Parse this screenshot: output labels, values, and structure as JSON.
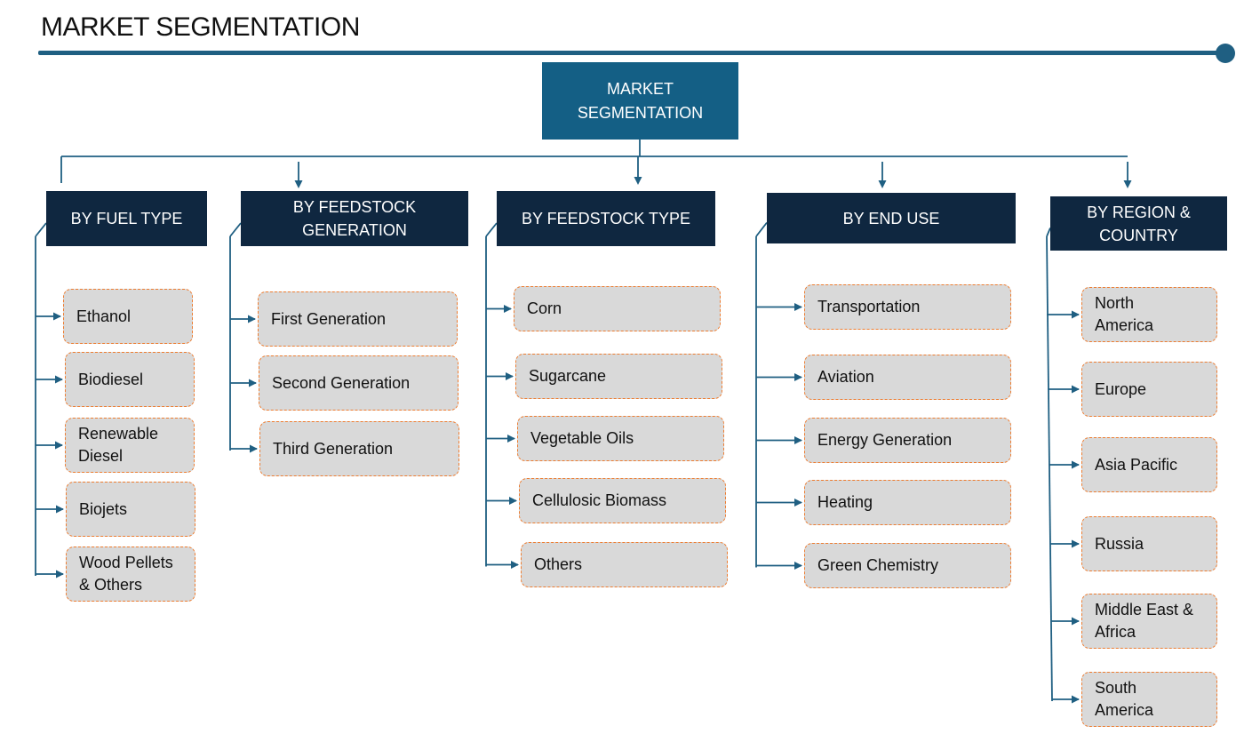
{
  "title": "MARKET SEGMENTATION",
  "root": "MARKET\nSEGMENTATION",
  "colors": {
    "accent": "#1f5f82",
    "root_fill": "#145f85",
    "category_fill": "#0f2740",
    "item_fill": "#d9d9d9",
    "item_border": "#ee7d31"
  },
  "categories": [
    {
      "label": "BY FUEL TYPE",
      "items": [
        "Ethanol",
        "Biodiesel",
        "Renewable\nDiesel",
        "Biojets",
        "Wood Pellets\n& Others"
      ]
    },
    {
      "label": "BY FEEDSTOCK\nGENERATION",
      "items": [
        "First Generation",
        "Second Generation",
        "Third Generation"
      ]
    },
    {
      "label": "BY FEEDSTOCK TYPE",
      "items": [
        "Corn",
        "Sugarcane",
        "Vegetable Oils",
        "Cellulosic Biomass",
        "Others"
      ]
    },
    {
      "label": "BY END USE",
      "items": [
        "Transportation",
        "Aviation",
        "Energy Generation",
        "Heating",
        "Green Chemistry"
      ]
    },
    {
      "label": "BY REGION &\nCOUNTRY",
      "items": [
        "North\nAmerica",
        "Europe",
        "Asia Pacific",
        "Russia",
        "Middle East &\nAfrica",
        "South\nAmerica"
      ]
    }
  ]
}
